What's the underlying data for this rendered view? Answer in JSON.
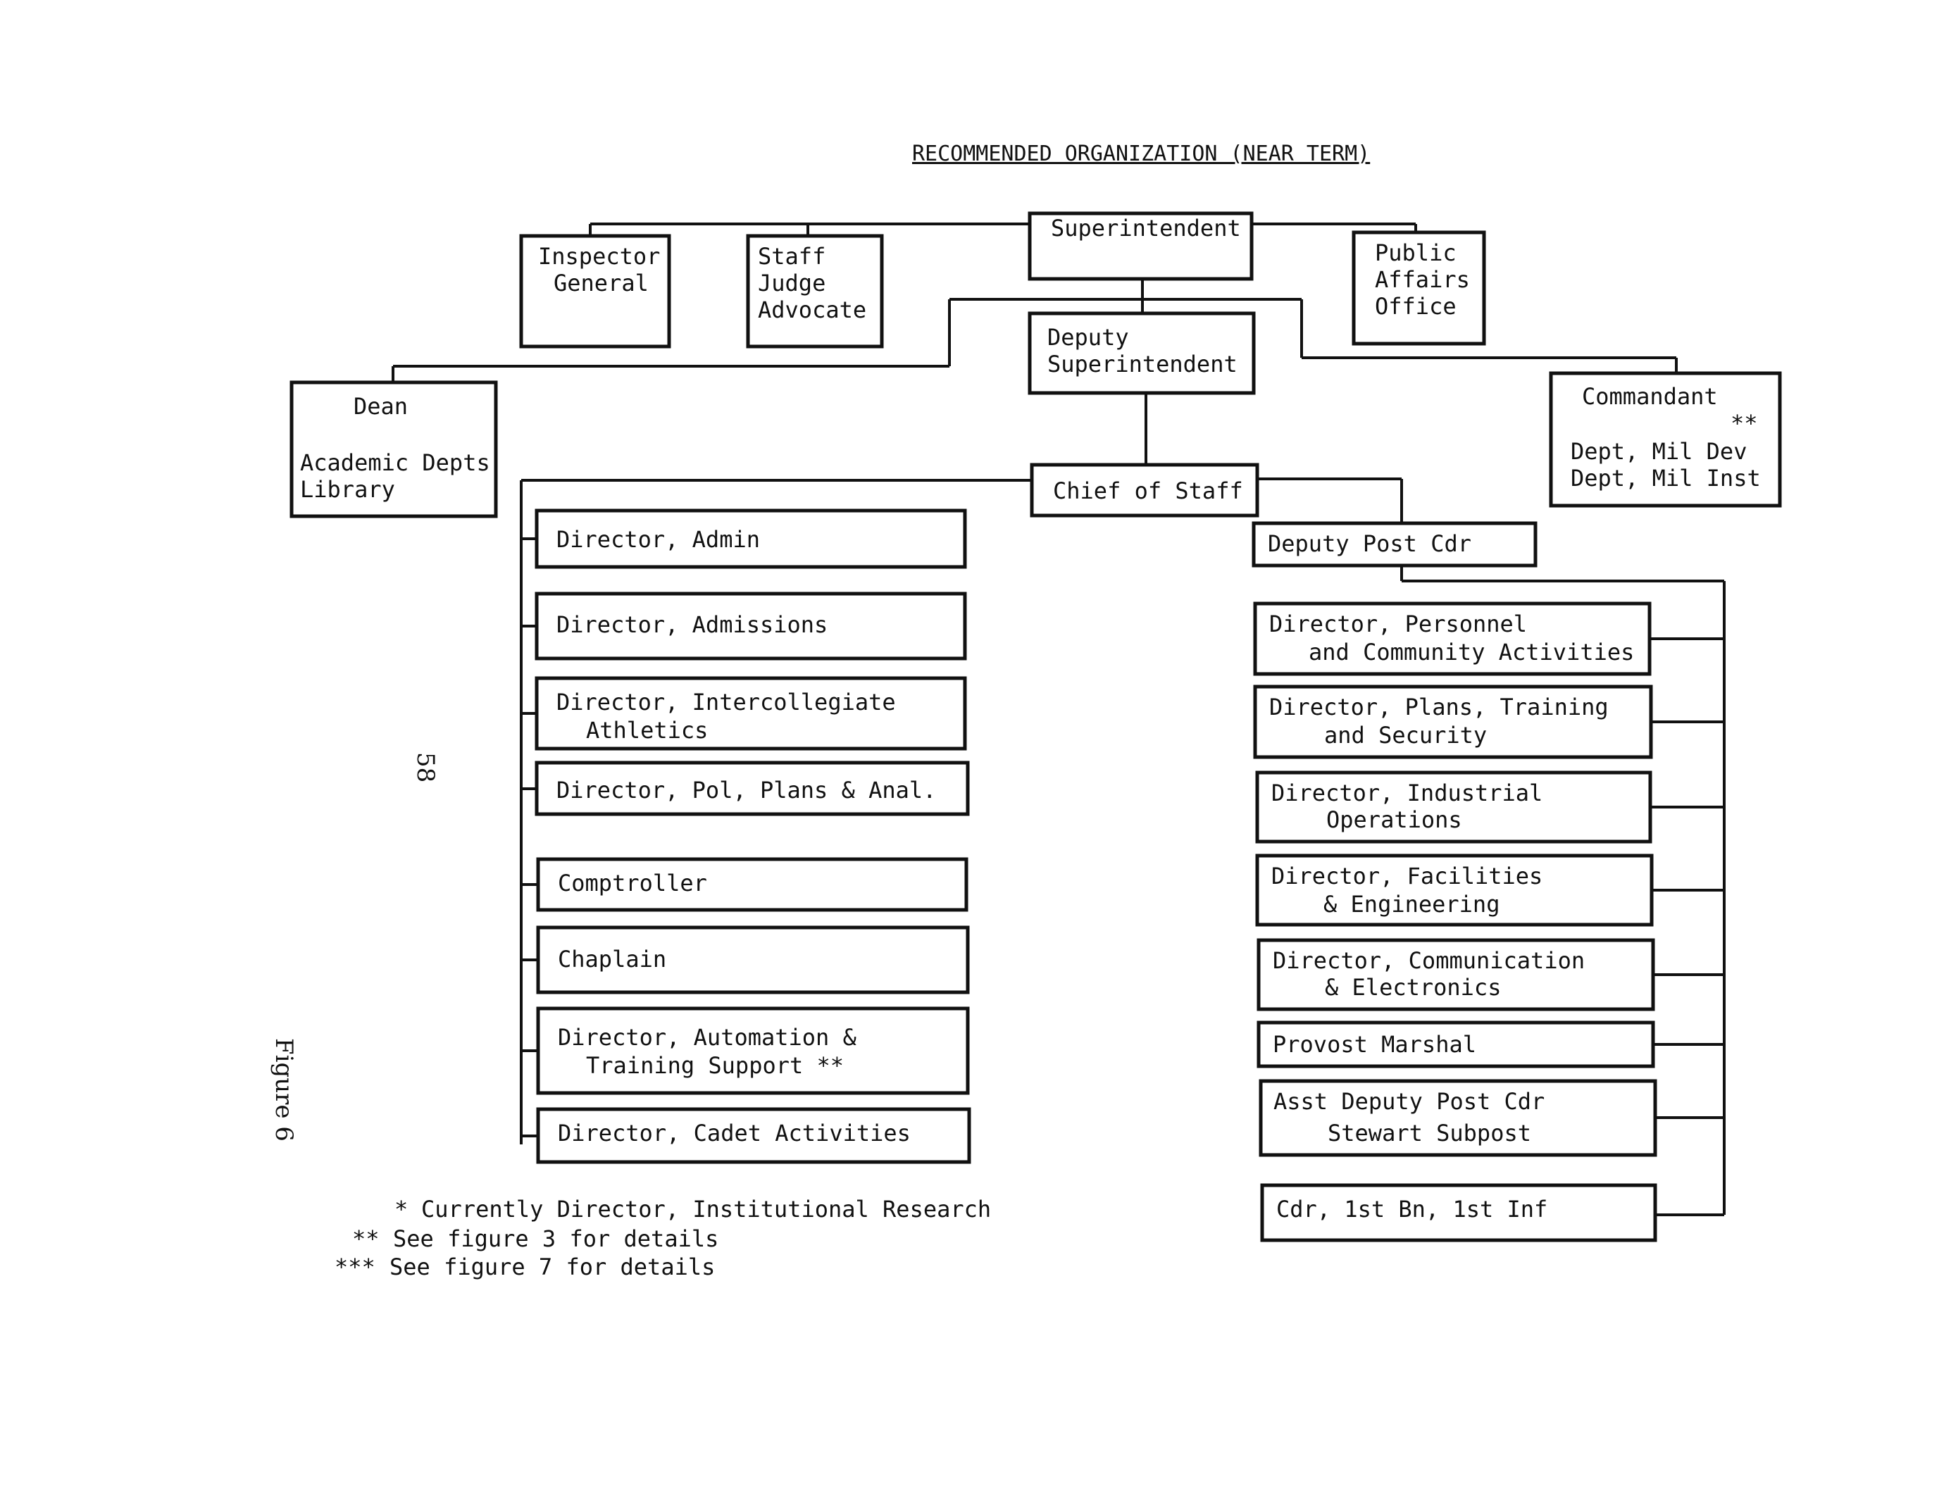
{
  "title": "RECOMMENDED ORGANIZATION (NEAR TERM)",
  "page_number": "58",
  "figure_label": "Figure 6",
  "nodes": [
    {
      "id": "superintendent",
      "lines": [
        "Superintendent"
      ]
    },
    {
      "id": "inspector-general",
      "lines": [
        "Inspector",
        "General"
      ]
    },
    {
      "id": "staff-judge-advocate",
      "lines": [
        "Staff",
        "Judge",
        "Advocate"
      ]
    },
    {
      "id": "public-affairs-office",
      "lines": [
        "Public",
        "Affairs",
        "Office"
      ]
    },
    {
      "id": "deputy-superintendent",
      "lines": [
        "Deputy",
        "Superintendent"
      ]
    },
    {
      "id": "dean",
      "lines": [
        "Dean",
        "Academic Depts",
        "Library"
      ]
    },
    {
      "id": "commandant",
      "lines": [
        "Commandant",
        "**",
        "Dept, Mil Dev",
        "Dept, Mil Inst"
      ]
    },
    {
      "id": "chief-of-staff",
      "lines": [
        "Chief of Staff"
      ]
    },
    {
      "id": "deputy-post-cdr",
      "lines": [
        "Deputy Post Cdr"
      ]
    },
    {
      "id": "director-admin",
      "lines": [
        "Director, Admin"
      ]
    },
    {
      "id": "director-admissions",
      "lines": [
        "Director, Admissions"
      ]
    },
    {
      "id": "director-intercollegiate-athletics",
      "lines": [
        "Director, Intercollegiate",
        "Athletics"
      ]
    },
    {
      "id": "director-pol-plans-anal",
      "lines": [
        "Director, Pol, Plans & Anal."
      ]
    },
    {
      "id": "comptroller",
      "lines": [
        "Comptroller"
      ]
    },
    {
      "id": "chaplain",
      "lines": [
        "Chaplain"
      ]
    },
    {
      "id": "director-automation-training-support",
      "lines": [
        "Director, Automation &",
        "Training Support **"
      ]
    },
    {
      "id": "director-cadet-activities",
      "lines": [
        "Director, Cadet Activities"
      ]
    },
    {
      "id": "director-personnel-community",
      "lines": [
        "Director, Personnel",
        "and Community Activities"
      ]
    },
    {
      "id": "director-plans-training-security",
      "lines": [
        "Director, Plans, Training",
        "and Security"
      ]
    },
    {
      "id": "director-industrial-operations",
      "lines": [
        "Director, Industrial",
        "Operations"
      ]
    },
    {
      "id": "director-facilities-engineering",
      "lines": [
        "Director, Facilities",
        "& Engineering"
      ]
    },
    {
      "id": "director-communication-electronics",
      "lines": [
        "Director, Communication",
        "& Electronics"
      ]
    },
    {
      "id": "provost-marshal",
      "lines": [
        "Provost Marshal"
      ]
    },
    {
      "id": "asst-deputy-post-cdr",
      "lines": [
        "Asst Deputy Post Cdr",
        "Stewart Subpost"
      ]
    },
    {
      "id": "cdr-1st-bn-1st-inf",
      "lines": [
        "Cdr, 1st Bn, 1st Inf"
      ]
    }
  ],
  "footnotes": [
    {
      "mark": "*",
      "text": "Currently Director, Institutional Research"
    },
    {
      "mark": "**",
      "text": "See figure 3 for details"
    },
    {
      "mark": "***",
      "text": "See figure 7 for details"
    }
  ]
}
